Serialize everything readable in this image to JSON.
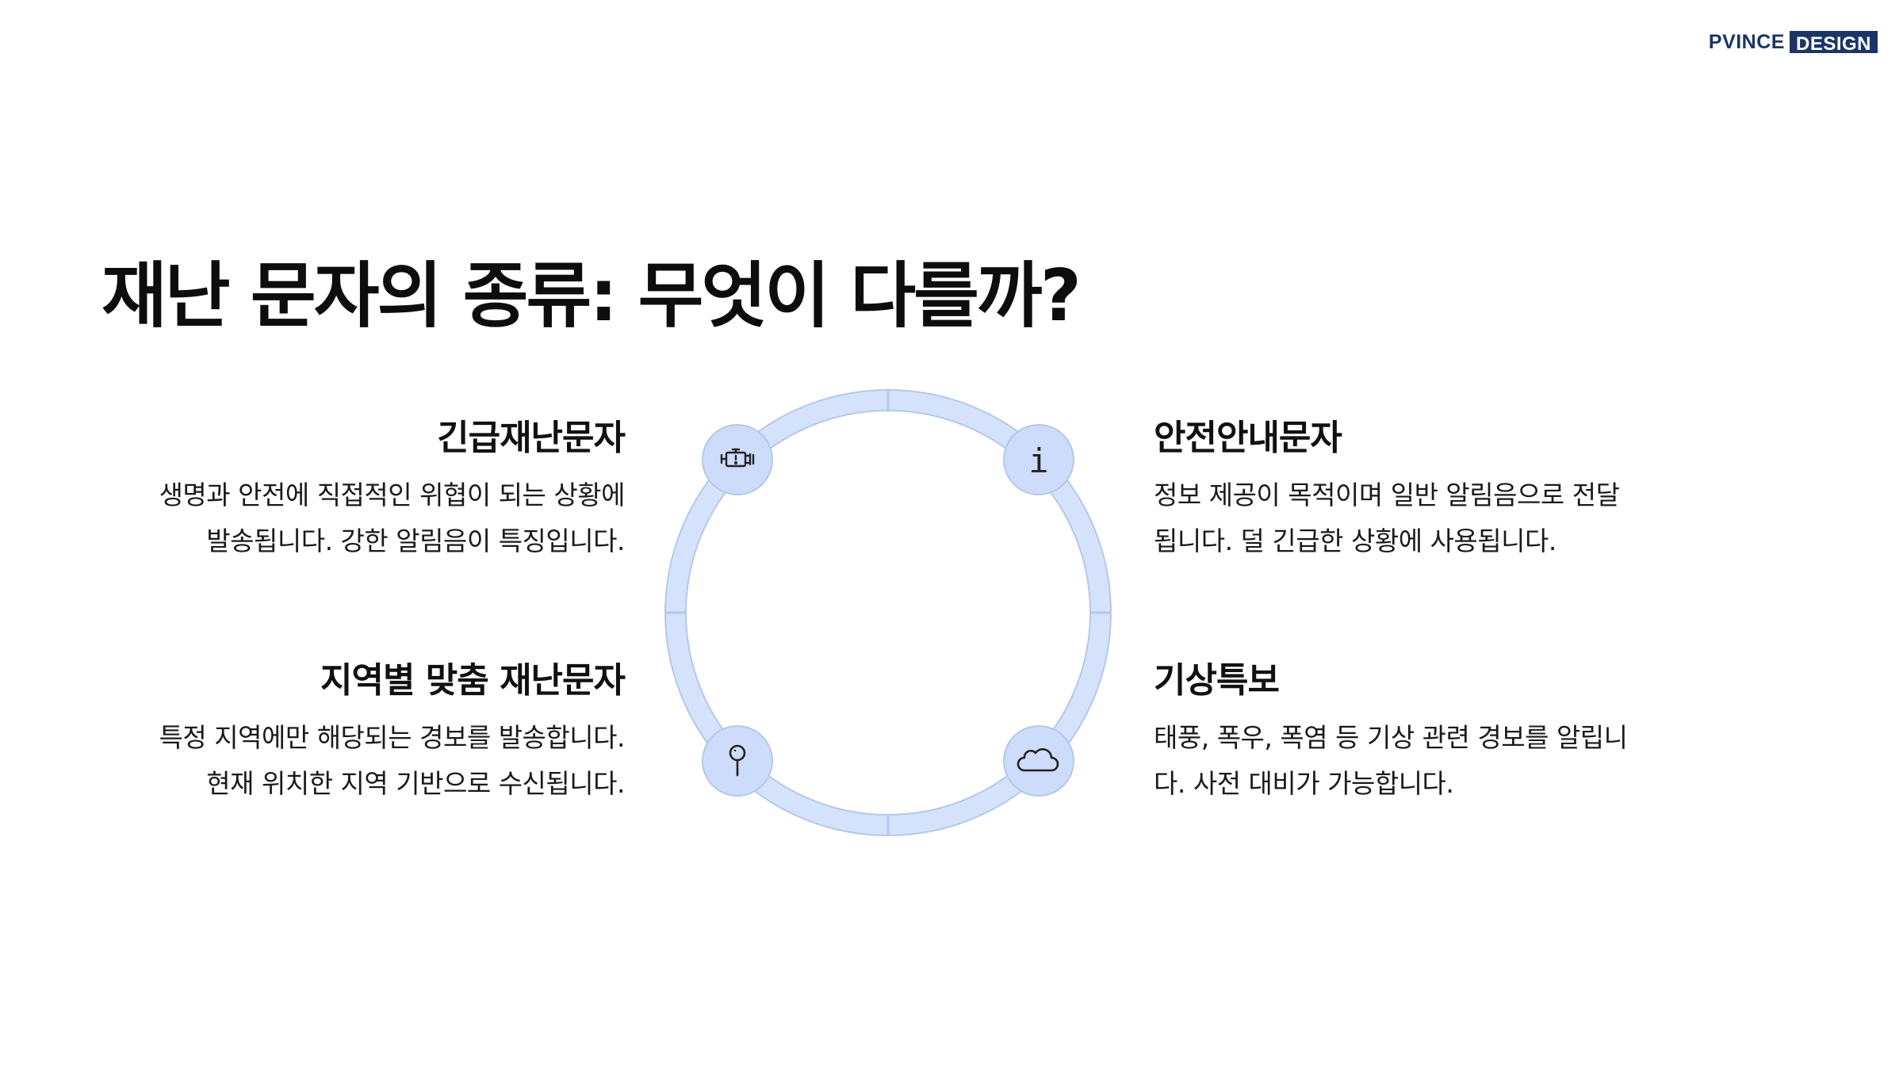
{
  "brand": {
    "left": "PVINCE",
    "right": "DESIGN"
  },
  "slide": {
    "title": "재난 문자의 종류: 무엇이 다를까?"
  },
  "items": [
    {
      "title": "긴급재난문자",
      "lines": [
        "생명과 안전에 직접적인 위협이 되는 상황에",
        "발송됩니다. 강한 알림음이 특징입니다."
      ],
      "icon": "engine-warning-icon"
    },
    {
      "title": "안전안내문자",
      "lines": [
        "정보 제공이 목적이며 일반 알림음으로 전달",
        "됩니다. 덜 긴급한 상황에 사용됩니다."
      ],
      "icon": "info-icon"
    },
    {
      "title": "지역별 맞춤 재난문자",
      "lines": [
        "특정 지역에만 해당되는 경보를 발송합니다.",
        "현재 위치한 지역 기반으로 수신됩니다."
      ],
      "icon": "map-pin-icon"
    },
    {
      "title": "기상특보",
      "lines": [
        "태풍, 폭우, 폭염 등 기상 관련 경보를 알립니",
        "다. 사전 대비가 가능합니다."
      ],
      "icon": "cloud-icon"
    }
  ],
  "colors": {
    "ring": "#d4e2fb",
    "ring_stroke": "#b6c8ea",
    "node_fill": "#cddcfa",
    "brand_navy": "#1c3566"
  },
  "icon_glyphs": {
    "info": "i"
  }
}
